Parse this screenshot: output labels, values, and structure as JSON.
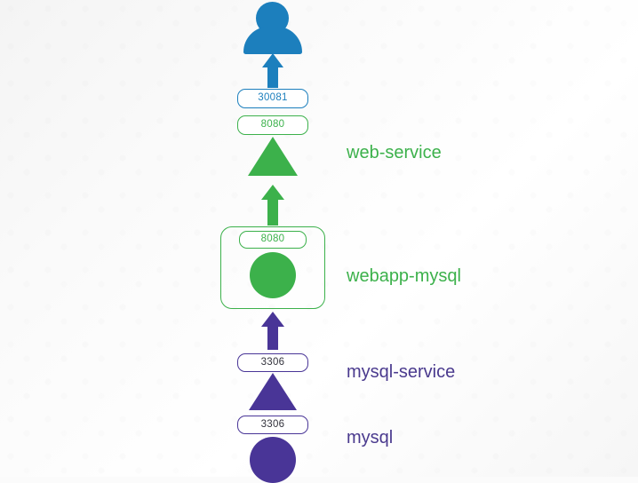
{
  "diagram": {
    "title": "kubernetes-webapp-mysql-topology",
    "background_color": "#fbfbfb",
    "colors": {
      "client_blue": "#1c7fbd",
      "service_green": "#3cb14b",
      "pod_green": "#3cb14b",
      "mysql_purple": "#493597",
      "label_purple": "#4a3a8e",
      "port_text_dark": "#32323c",
      "box_white": "#ffffff"
    },
    "nodes": [
      {
        "id": "external-user",
        "type": "user-icon",
        "shape": "person",
        "label": "",
        "color": "#1c7fbd"
      },
      {
        "id": "web-service",
        "type": "service",
        "shape": "triangle",
        "label": "web-service",
        "color": "#3cb14b",
        "label_color": "#3cb14b"
      },
      {
        "id": "webapp-mysql",
        "type": "pod",
        "shape": "circle-in-rounded-box",
        "label": "webapp-mysql",
        "color": "#3cb14b",
        "label_color": "#3cb14b"
      },
      {
        "id": "mysql-service",
        "type": "service",
        "shape": "triangle",
        "label": "mysql-service",
        "color": "#493597",
        "label_color": "#4a3a8e"
      },
      {
        "id": "mysql",
        "type": "pod",
        "shape": "circle",
        "label": "mysql",
        "color": "#493597",
        "label_color": "#4a3a8e"
      }
    ],
    "ports": [
      {
        "id": "nodeport-30081",
        "value": "30081",
        "style": "blue",
        "attached_to": "external-user"
      },
      {
        "id": "port-8080-service",
        "value": "8080",
        "style": "green",
        "attached_to": "web-service"
      },
      {
        "id": "port-8080-pod",
        "value": "8080",
        "style": "green",
        "attached_to": "webapp-mysql"
      },
      {
        "id": "port-3306-service",
        "value": "3306",
        "style": "purple",
        "attached_to": "mysql-service"
      },
      {
        "id": "port-3306-pod",
        "value": "3306",
        "style": "purple",
        "attached_to": "mysql"
      }
    ],
    "arrows": [
      {
        "id": "arrow-webservice-to-user",
        "direction": "up",
        "color": "#1c7fbd"
      },
      {
        "id": "arrow-pod-to-webservice",
        "direction": "up",
        "color": "#3cb14b"
      },
      {
        "id": "arrow-mysqlservice-to-pod",
        "direction": "up",
        "color": "#493597"
      }
    ]
  }
}
